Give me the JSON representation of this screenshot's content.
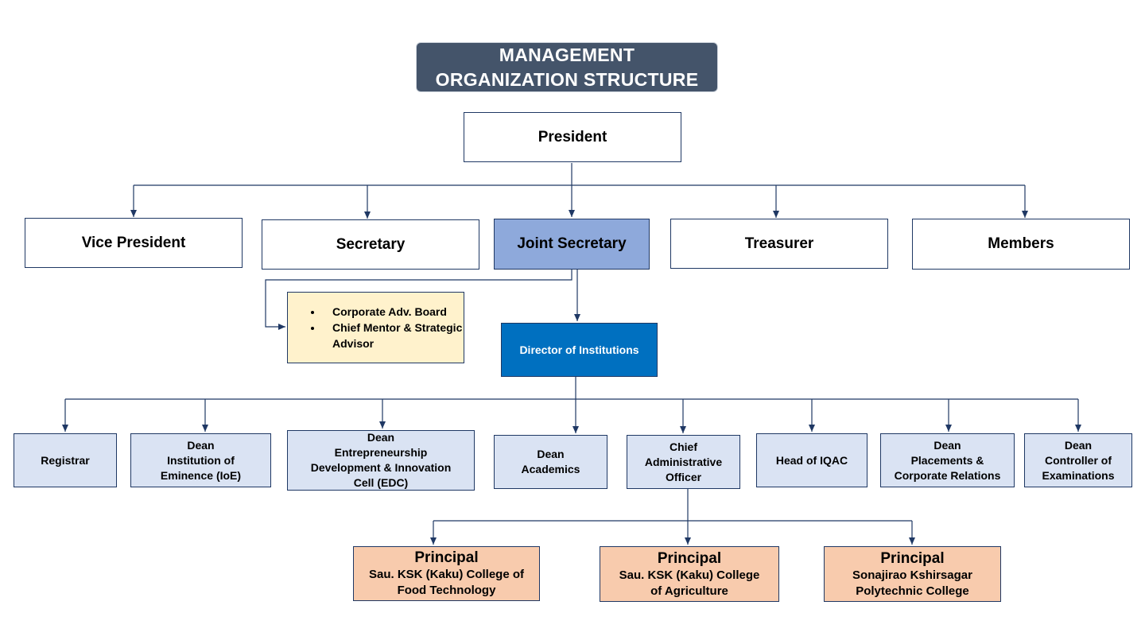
{
  "title": {
    "line1": "MANAGEMENT",
    "line2": "ORGANIZATION STRUCTURE"
  },
  "president": "President",
  "level1": {
    "vice_president": "Vice President",
    "secretary": "Secretary",
    "joint_secretary": "Joint Secretary",
    "treasurer": "Treasurer",
    "members": "Members"
  },
  "advisory": {
    "items": [
      "Corporate Adv. Board",
      "Chief Mentor & Strategic Advisor"
    ]
  },
  "director": "Director of Institutions",
  "level2": {
    "registrar": "Registrar",
    "dean_ioe": {
      "l1": "Dean",
      "l2": "Institution of",
      "l3": "Eminence (IoE)"
    },
    "dean_edc": {
      "l1": "Dean",
      "l2": "Entrepreneurship",
      "l3": "Development & Innovation",
      "l4": "Cell (EDC)"
    },
    "dean_academics": {
      "l1": "Dean",
      "l2": "Academics"
    },
    "cao": {
      "l1": "Chief",
      "l2": "Administrative",
      "l3": "Officer"
    },
    "iqac": "Head of IQAC",
    "dean_placements": {
      "l1": "Dean",
      "l2": "Placements &",
      "l3": "Corporate Relations"
    },
    "dean_coe": {
      "l1": "Dean",
      "l2": "Controller of",
      "l3": "Examinations"
    }
  },
  "principals": {
    "food_tech": {
      "title": "Principal",
      "l1": "Sau. KSK (Kaku)  College of",
      "l2": "Food Technology"
    },
    "agriculture": {
      "title": "Principal",
      "l1": "Sau. KSK (Kaku) College",
      "l2": "of Agriculture"
    },
    "polytechnic": {
      "title": "Principal",
      "l1": "Sonajirao Kshirsagar",
      "l2": "Polytechnic College"
    }
  },
  "colors": {
    "title_bg": "#44546a",
    "joint_secretary": "#8ea9db",
    "director": "#0070c0",
    "advisory": "#fff2cc",
    "level2": "#dae3f3",
    "principal": "#f8cbad",
    "connector": "#1f3864"
  }
}
